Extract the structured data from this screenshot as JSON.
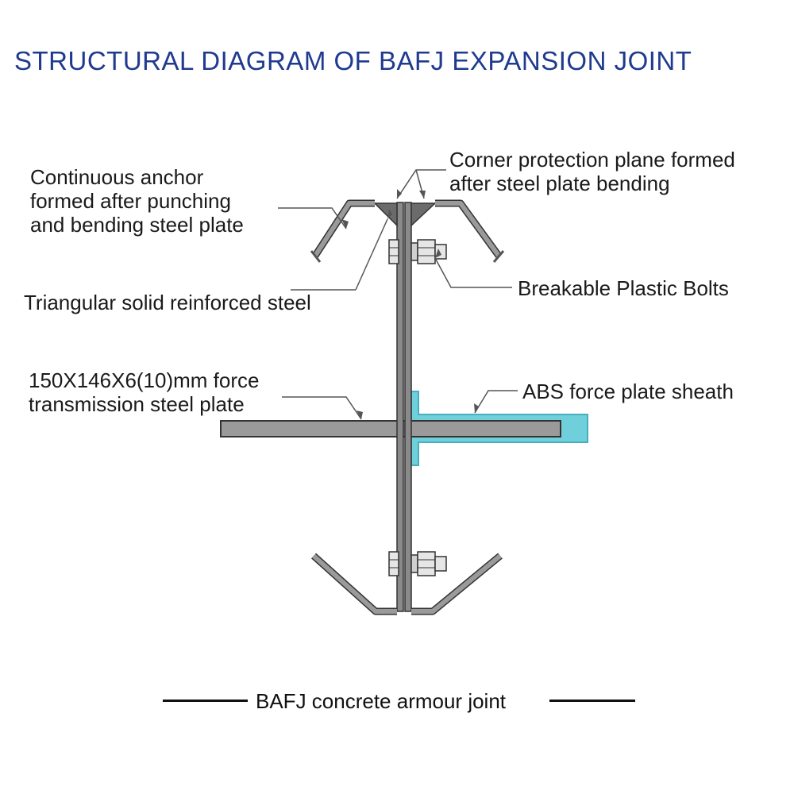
{
  "title": "STRUCTURAL DIAGRAM OF BAFJ EXPANSION JOINT",
  "labels": {
    "anchor": [
      "Continuous anchor",
      "formed after punching",
      "and bending steel plate"
    ],
    "corner": [
      "Corner protection plane formed",
      "after steel plate bending"
    ],
    "bolts": "Breakable Plastic Bolts",
    "triangle": "Triangular solid reinforced steel",
    "force_plate": [
      "150X146X6(10)mm force",
      "transmission steel plate"
    ],
    "sheath": "ABS force plate sheath"
  },
  "caption": "BAFJ concrete armour joint",
  "colors": {
    "title": "#1f3a8f",
    "steel": "#8a8a8a",
    "sheath": "#6fd0dc",
    "outline": "#333333"
  }
}
